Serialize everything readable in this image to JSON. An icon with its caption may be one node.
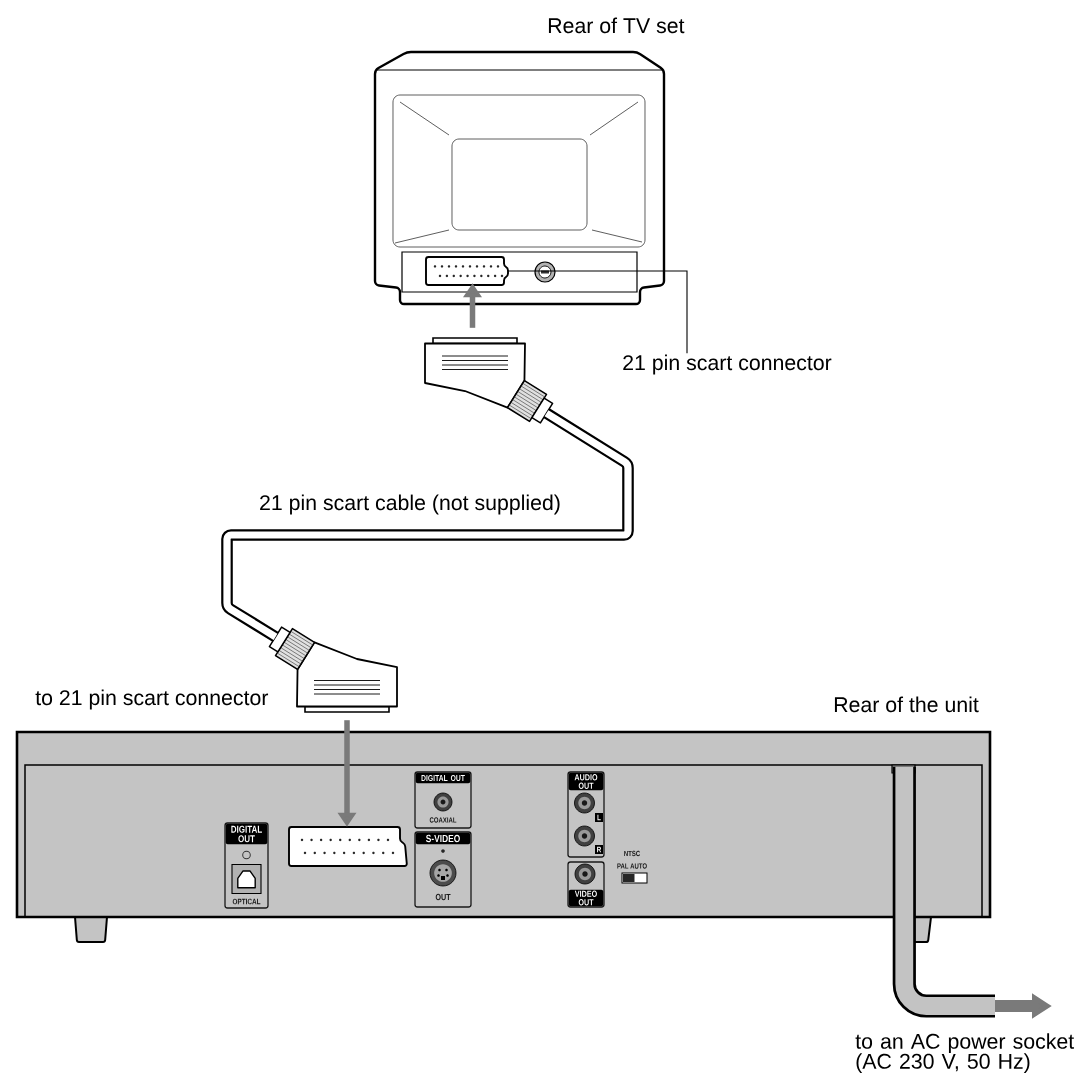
{
  "diagram": {
    "nodes": [
      {
        "text": [
          "Rear of TV set"
        ]
      },
      {
        "text": [],
        "shape": "picture",
        "in": 0
      },
      {
        "text": [
          "21 pin scart connector"
        ]
      },
      {
        "text": [],
        "shape": "picture"
      },
      {
        "text": [],
        "shape": "picture",
        "beside": [
          "to 21 pin scart connector"
        ]
      },
      {
        "text": [
          "Rear of the unit"
        ]
      },
      {
        "text": [
          "DIGITAL OUT",
          "OPTICAL"
        ],
        "in": 5
      },
      {
        "text": [],
        "shape": "picture",
        "in": 5
      },
      {
        "text": [
          "DIGITAL OUT",
          "COAXIAL"
        ],
        "in": 5
      },
      {
        "text": [
          "S-VIDEO",
          "OUT"
        ],
        "in": 5
      },
      {
        "text": [
          "AUDIO OUT",
          "L",
          "R"
        ],
        "in": 5
      },
      {
        "text": [
          "VIDEO OUT"
        ],
        "in": 5
      }
    ],
    "edges": [
      {
        "from": 2,
        "to": 1,
        "arrow": "none",
        "color": "#000000"
      },
      {
        "from": 3,
        "to": 1,
        "arrow": "to"
      },
      {
        "from": 3,
        "to": 4,
        "arrow": "none",
        "style": "thick",
        "color": "#000000",
        "label": "21 pin scart cable (not supplied)"
      },
      {
        "from": 4,
        "to": 7,
        "arrow": "to"
      },
      {
        "from": 5,
        "to": null,
        "arrow": "to",
        "style": "thick",
        "label": "to an AC power socket (AC 230 V, 50 Hz)"
      }
    ],
    "labels": [
      "NTSC",
      "PAL AUTO"
    ]
  }
}
